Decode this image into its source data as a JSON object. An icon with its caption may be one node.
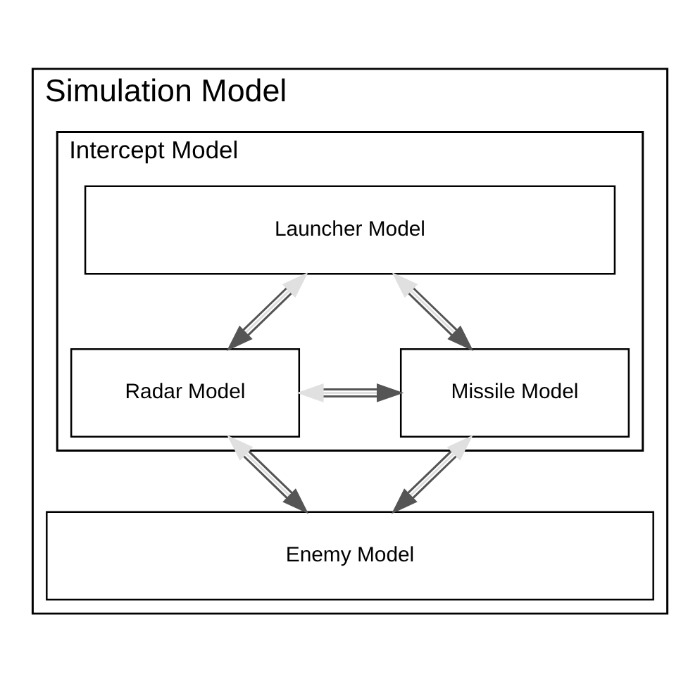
{
  "diagram": {
    "nodes": [
      {
        "text": [
          "Simulation Model"
        ]
      },
      {
        "text": [
          "Intercept Model"
        ],
        "in": 0
      },
      {
        "text": [
          "Launcher Model"
        ],
        "in": 1
      },
      {
        "text": [
          "Radar Model"
        ],
        "in": 1
      },
      {
        "text": [
          "Missile Model"
        ],
        "in": 1
      },
      {
        "text": [
          "Enemy Model"
        ],
        "in": 0
      }
    ],
    "edges": [
      {
        "from": 2,
        "to": 3,
        "arrow": "both"
      },
      {
        "from": 2,
        "to": 4,
        "arrow": "both"
      },
      {
        "from": 3,
        "to": 4,
        "arrow": "both"
      },
      {
        "from": 3,
        "to": 5,
        "arrow": "both"
      },
      {
        "from": 4,
        "to": 5,
        "arrow": "both"
      }
    ]
  }
}
